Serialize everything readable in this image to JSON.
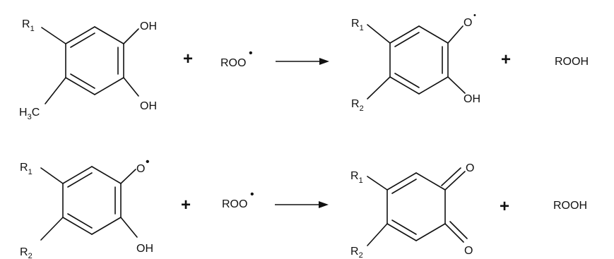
{
  "reactions": [
    {
      "reactant": {
        "substituents": {
          "r1": {
            "text": "R",
            "sub": "1"
          },
          "r2": {
            "pre": "H",
            "sub": "3",
            "post": "C"
          }
        },
        "groups": {
          "top": "OH",
          "bottom": "OH"
        }
      },
      "plus1": "+",
      "reagent": {
        "text": "ROO",
        "radical": "•"
      },
      "product": {
        "substituents": {
          "r1": {
            "text": "R",
            "sub": "1"
          },
          "r2": {
            "text": "R",
            "sub": "2"
          }
        },
        "groups": {
          "top": "O",
          "top_radical": "•",
          "bottom": "OH"
        }
      },
      "plus2": "+",
      "byproduct": "ROOH"
    },
    {
      "reactant": {
        "substituents": {
          "r1": {
            "text": "R",
            "sub": "1"
          },
          "r2": {
            "text": "R",
            "sub": "2"
          }
        },
        "groups": {
          "top": "O",
          "top_radical": "•",
          "bottom": "OH"
        }
      },
      "plus1": "+",
      "reagent": {
        "text": "ROO",
        "radical": "•"
      },
      "product": {
        "substituents": {
          "r1": {
            "text": "R",
            "sub": "1"
          },
          "r2": {
            "text": "R",
            "sub": "2"
          }
        },
        "groups": {
          "top": "O",
          "bottom": "O"
        }
      },
      "plus2": "+",
      "byproduct": "ROOH"
    }
  ]
}
